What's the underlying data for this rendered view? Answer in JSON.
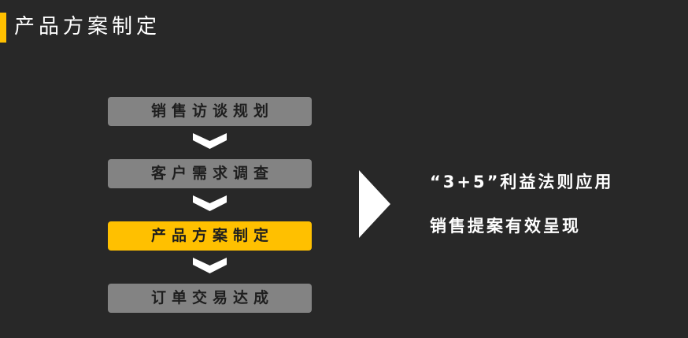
{
  "header": {
    "title": "产品方案制定",
    "accent_color": "#FFC000"
  },
  "flow": {
    "steps": [
      {
        "label": "销售访谈规划",
        "active": false
      },
      {
        "label": "客户需求调查",
        "active": false
      },
      {
        "label": "产品方案制定",
        "active": true
      },
      {
        "label": "订单交易达成",
        "active": false
      }
    ],
    "inactive_color": "#838383",
    "active_color": "#FFC000",
    "connector_icon": "chevron-down-icon"
  },
  "result": {
    "arrow_icon": "triangle-right-icon",
    "line1": "“3+5”利益法则应用",
    "line2": "销售提案有效呈现"
  }
}
